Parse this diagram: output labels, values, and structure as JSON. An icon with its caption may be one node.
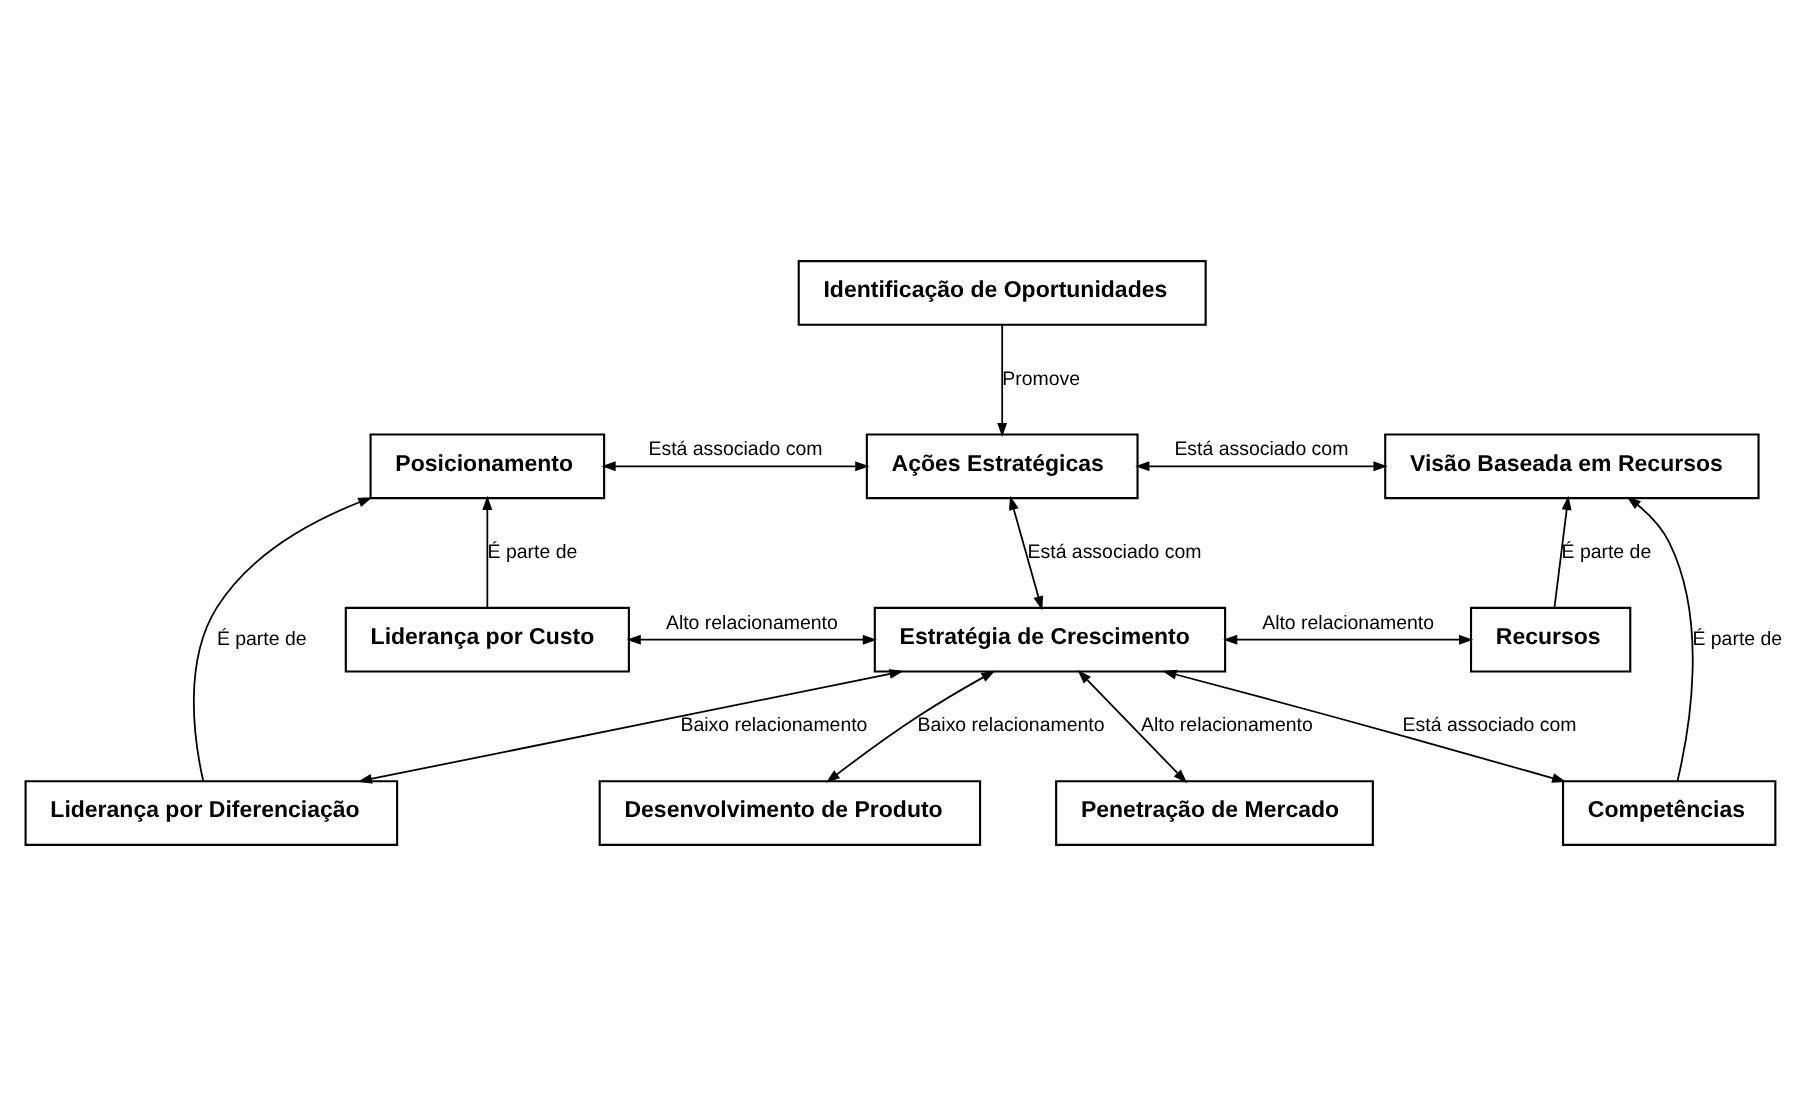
{
  "diagram": {
    "nodes": [
      {
        "text": [
          "Identificação de Oportunidades"
        ]
      },
      {
        "text": [
          "Posicionamento"
        ]
      },
      {
        "text": [
          "Ações Estratégicas"
        ]
      },
      {
        "text": [
          "Visão Baseada em Recursos"
        ]
      },
      {
        "text": [
          "Liderança por Diferenciação"
        ]
      },
      {
        "text": [
          "Competências"
        ]
      },
      {
        "text": [
          "Liderança por Custo"
        ]
      },
      {
        "text": [
          "Estratégia de Crescimento"
        ]
      },
      {
        "text": [
          "Recursos"
        ]
      },
      {
        "text": [
          "Desenvolvimento de Produto"
        ]
      },
      {
        "text": [
          "Penetração de Mercado"
        ]
      }
    ],
    "edges": [
      {
        "from": 0,
        "to": 2,
        "arrow": "to",
        "label": "Promove"
      },
      {
        "from": 1,
        "to": 2,
        "arrow": "both",
        "label": "Está associado com"
      },
      {
        "from": 2,
        "to": 3,
        "arrow": "both",
        "label": "Está associado com"
      },
      {
        "from": 4,
        "to": 1,
        "arrow": "to",
        "label": "É parte de"
      },
      {
        "from": 5,
        "to": 3,
        "arrow": "to",
        "label": "É parte de"
      },
      {
        "from": 2,
        "to": 7,
        "arrow": "both",
        "label": "Está associado com"
      },
      {
        "from": 6,
        "to": 1,
        "arrow": "to",
        "label": "É parte de"
      },
      {
        "from": 8,
        "to": 3,
        "arrow": "to",
        "label": "É parte de"
      },
      {
        "from": 7,
        "to": 4,
        "arrow": "both",
        "label": "Baixo relacionamento"
      },
      {
        "from": 7,
        "to": 5,
        "arrow": "both",
        "label": "Está associado com"
      },
      {
        "from": 6,
        "to": 7,
        "arrow": "both",
        "label": "Alto relacionamento"
      },
      {
        "from": 7,
        "to": 8,
        "arrow": "both",
        "label": "Alto relacionamento"
      },
      {
        "from": 7,
        "to": 9,
        "arrow": "both",
        "label": "Baixo relacionamento"
      },
      {
        "from": 7,
        "to": 10,
        "arrow": "both",
        "label": "Alto relacionamento"
      }
    ]
  }
}
